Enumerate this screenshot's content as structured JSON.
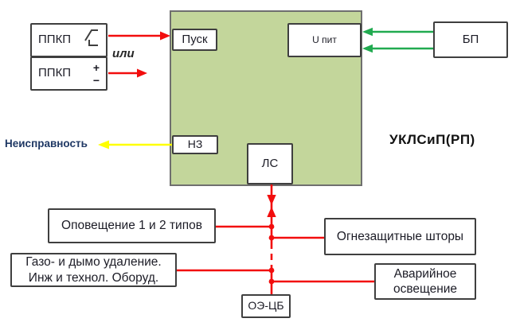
{
  "diagram": {
    "controller_title": "УКЛСиП(РП)",
    "or_label": "или",
    "fault_label": "Неисправность",
    "blocks": {
      "ppkp1": "ППКП",
      "ppkp2": "ППКП",
      "ppkp2_plus": "+",
      "ppkp2_minus": "−",
      "pusk": "Пуск",
      "upit": "U пит",
      "nz": "НЗ",
      "ls": "ЛС",
      "bp": "БП",
      "opoveshenie": "Оповещение 1 и 2 типов",
      "gazo_line1": "Газо- и дымо удаление.",
      "gazo_line2": "Инж и технол. Оборуд.",
      "shtory": "Огнезащитные шторы",
      "avar_line1": "Аварийное",
      "avar_line2": "освещение",
      "oecb": "ОЭ-ЦБ"
    },
    "colors": {
      "panel_fill": "#c3d69b",
      "panel_border": "#6f6f6f",
      "box_border": "#3f3f3f",
      "start_line_red": "#f20d0d",
      "power_line_green": "#21aa50",
      "fault_line_yellow": "#ffff00",
      "fault_text_navy": "#1f3864"
    },
    "icons": {
      "ppkp1_icon": "dry-contact-switch",
      "ppkp2_icon": "plus-minus-polarity"
    }
  }
}
